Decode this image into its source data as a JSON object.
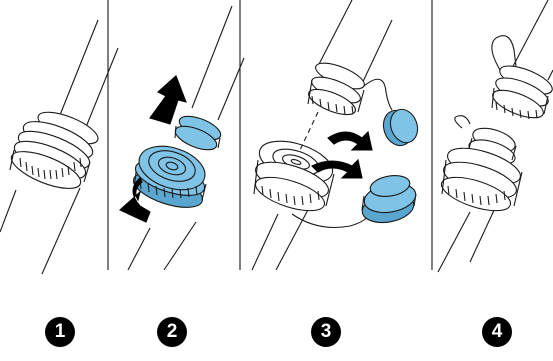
{
  "steps": [
    {
      "number": "1"
    },
    {
      "number": "2"
    },
    {
      "number": "3"
    },
    {
      "number": "4"
    }
  ],
  "colors": {
    "line": "#1a1a1a",
    "cap_fill": "#7fc4e6",
    "cap_dark": "#5aa6cf",
    "arrow": "#000000",
    "badge": "#000000",
    "badge_text": "#ffffff",
    "divider": "#1a1a1a"
  }
}
